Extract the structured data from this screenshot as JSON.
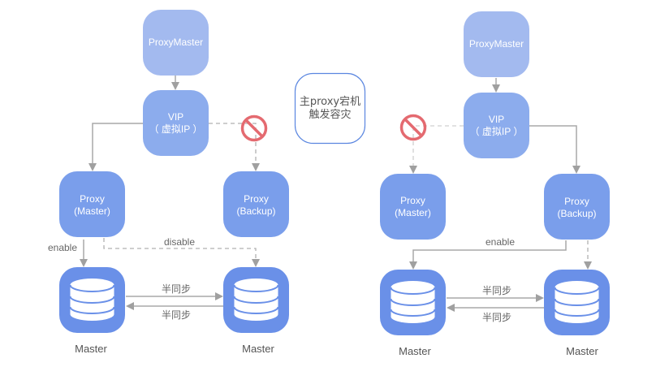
{
  "colors": {
    "proxymaster": "#a3baef",
    "vip": "#8caced",
    "proxy": "#7a9eeb",
    "db": "#6a90e8",
    "line": "#a8a8a8",
    "forbidden": "#e46a70",
    "note_border": "#5a86e0"
  },
  "note": {
    "line1": "主proxy宕机",
    "line2": "触发容灾"
  },
  "left": {
    "proxymaster": "ProxyMaster",
    "vip_line1": "VIP",
    "vip_line2": "（ 虚拟IP ）",
    "proxy_master_line1": "Proxy",
    "proxy_master_line2": "(Master)",
    "proxy_backup_line1": "Proxy",
    "proxy_backup_line2": "(Backup)",
    "enable_label": "enable",
    "disable_label": "disable",
    "sync_top": "半同步",
    "sync_bottom": "半同步",
    "db_left_label": "Master",
    "db_right_label": "Master"
  },
  "right": {
    "proxymaster": "ProxyMaster",
    "vip_line1": "VIP",
    "vip_line2": "（ 虚拟IP ）",
    "proxy_master_line1": "Proxy",
    "proxy_master_line2": "(Master)",
    "proxy_backup_line1": "Proxy",
    "proxy_backup_line2": "(Backup)",
    "enable_label": "enable",
    "sync_top": "半同步",
    "sync_bottom": "半同步",
    "db_left_label": "Master",
    "db_right_label": "Master"
  }
}
